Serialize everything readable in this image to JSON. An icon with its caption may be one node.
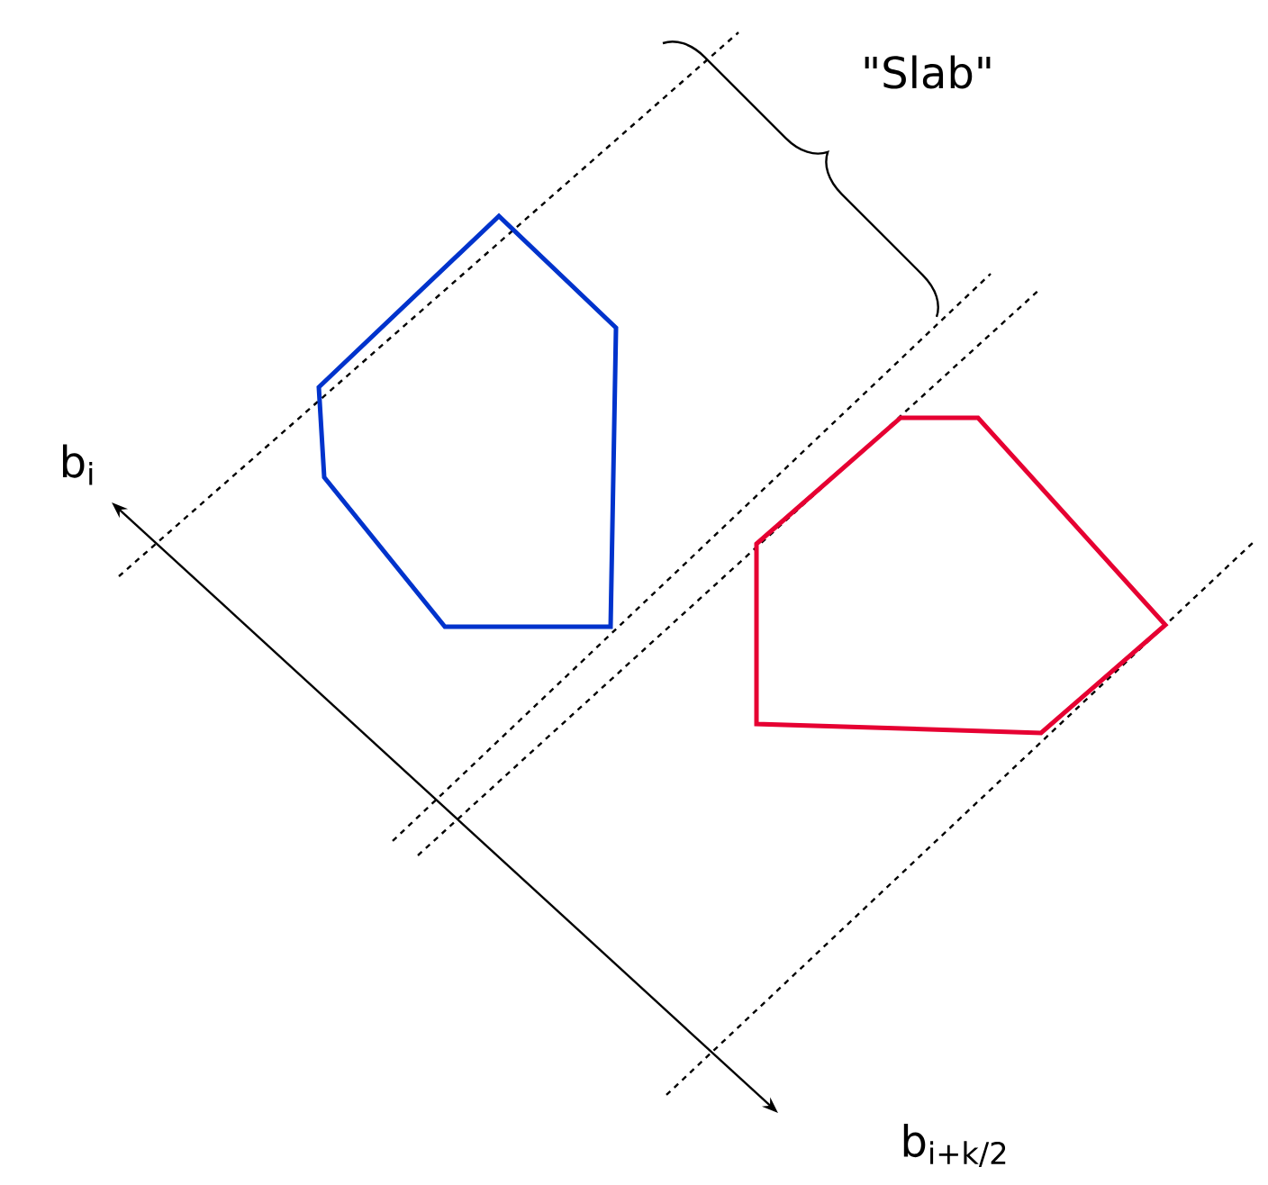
{
  "diagram": {
    "nodes": [
      {
        "text": [],
        "shape": "polygon"
      },
      {
        "text": [],
        "shape": "polygon"
      }
    ],
    "labels": [
      "\"Slab\"",
      "b$_{i}$",
      "b$_{i+k/2}$"
    ]
  }
}
